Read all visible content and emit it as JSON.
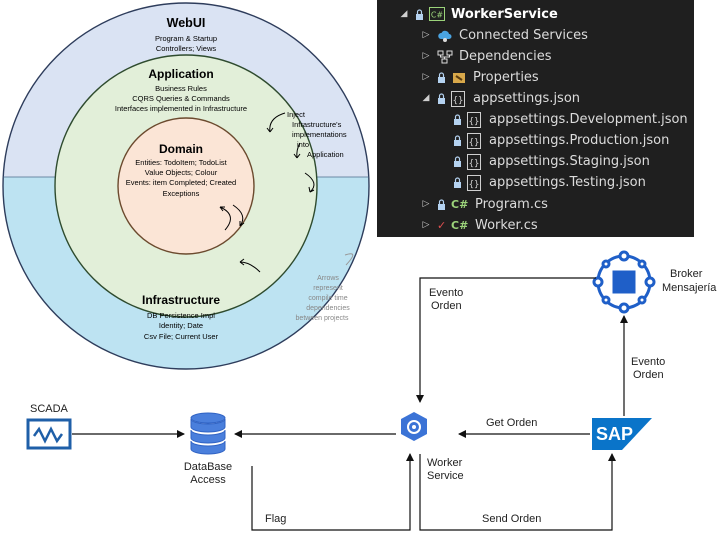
{
  "onion": {
    "webui": {
      "title": "WebUI",
      "line1": "Program & Startup",
      "line2": "Controllers; Views"
    },
    "application": {
      "title": "Application",
      "line1": "Business Rules",
      "line2": "CQRS Queries & Commands",
      "line3": "Interfaces implemented in Infrastructure"
    },
    "domain": {
      "title": "Domain",
      "line1": "Entities: TodoItem; TodoList",
      "line2": "Value Objects; Colour",
      "line3": "Events: item Completed; Created",
      "line4": "Exceptions"
    },
    "infrastructure": {
      "title": "Infrastructure",
      "line1": "DB Persistence Impl",
      "line2": "Identity; Date",
      "line3": "Csv File; Current User"
    },
    "inject_note": {
      "line1": "Inject",
      "line2": "Infrastructure's",
      "line3": "implementations",
      "line4": "into",
      "line5": "Application"
    },
    "arrows_note": {
      "line1": "Arrows",
      "line2": "represent",
      "line3": "compile time",
      "line4": "dependencies",
      "line5": "between projects"
    },
    "colors": {
      "top": "#dae3f3",
      "bottom": "#bde3f2",
      "application": "#e2efd9",
      "domain": "#fbe5d6",
      "ring": "#2e4b2e"
    }
  },
  "explorer": {
    "project": "WorkerService",
    "items": [
      {
        "label": "Connected Services"
      },
      {
        "label": "Dependencies"
      },
      {
        "label": "Properties"
      },
      {
        "label": "appsettings.json"
      },
      {
        "label": "appsettings.Development.json"
      },
      {
        "label": "appsettings.Production.json"
      },
      {
        "label": "appsettings.Staging.json"
      },
      {
        "label": "appsettings.Testing.json"
      },
      {
        "label": "Program.cs"
      },
      {
        "label": "Worker.cs"
      }
    ],
    "csharp_badge": "C#"
  },
  "flow": {
    "scada": "SCADA",
    "database": {
      "line1": "DataBase",
      "line2": "Access"
    },
    "worker": {
      "line1": "Worker",
      "line2": "Service"
    },
    "sap": "SAP",
    "broker": {
      "line1": "Broker",
      "line2": "Mensajería"
    },
    "evento_orden_left": {
      "line1": "Evento",
      "line2": "Orden"
    },
    "evento_orden_right": {
      "line1": "Evento",
      "line2": "Orden"
    },
    "get_orden": "Get Orden",
    "send_orden": "Send Orden",
    "flag": "Flag",
    "colors": {
      "blue": "#3b73d6",
      "sap_blue": "#0a74c9"
    }
  }
}
